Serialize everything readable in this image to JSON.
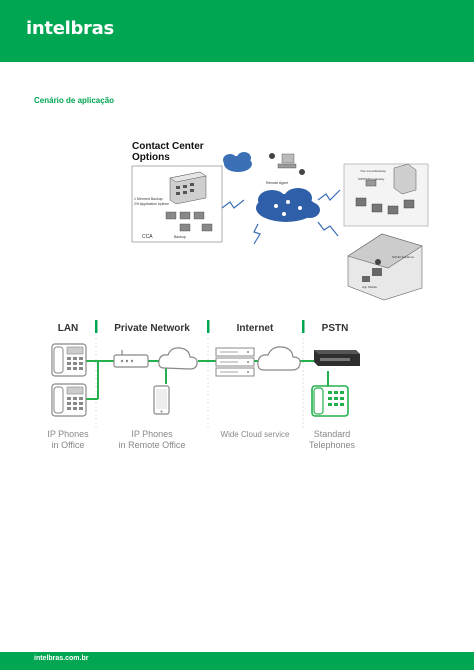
{
  "header": {
    "logo_text": "intelbras",
    "bg_color": "#00a651"
  },
  "section": {
    "title": "Cenário de aplicação"
  },
  "contact_center": {
    "title_line1": "Contact Center",
    "title_line2": "Options",
    "labels": {
      "remote_agent": "Remote Agent",
      "mirrored_backup": "1 Mirrored Backup",
      "application_uptime": "2% Application Uptime",
      "cca": "CCA",
      "backup": "Backup",
      "gateway": "SIP/PSTN Gateway",
      "linux": "Your Linux/Desktop",
      "soho": "SOHO Solutions",
      "soho_agent": "Agt. Mobile"
    }
  },
  "network": {
    "columns": [
      "LAN",
      "Private Network",
      "Internet",
      "PSTN"
    ],
    "captions": {
      "lan_line1": "IP Phones",
      "lan_line2": "in Office",
      "private_line1": "IP Phones",
      "private_line2": "in Remote Office",
      "internet_line1": "Wide Cloud service",
      "pstn_line1": "Standard",
      "pstn_line2": "Telephones"
    }
  },
  "footer": {
    "text": "intelbras.com.br"
  }
}
